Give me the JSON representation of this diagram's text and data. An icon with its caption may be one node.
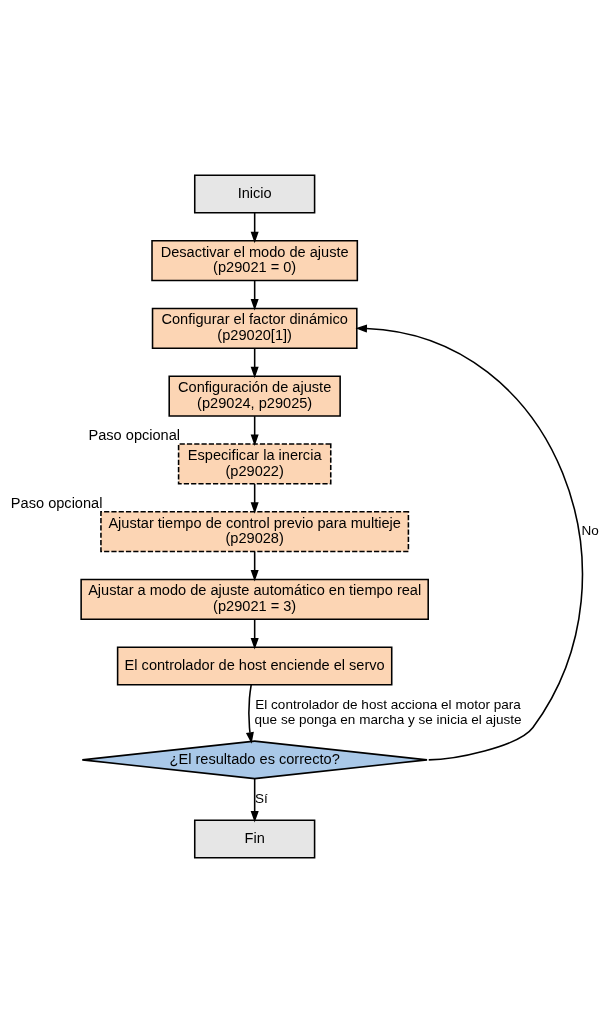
{
  "diagram": {
    "nodes": [
      {
        "text": [
          "Inicio"
        ]
      },
      {
        "text": [
          "Desactivar el modo de ajuste",
          "(p29021 = 0)"
        ]
      },
      {
        "text": [
          "Configurar el factor dinámico",
          "(p29020[1])"
        ]
      },
      {
        "text": [
          "Configuración de ajuste",
          "(p29024, p29025)"
        ]
      },
      {
        "text": [
          "Especificar la inercia",
          "(p29022)"
        ],
        "beside": [
          "Paso opcional"
        ]
      },
      {
        "text": [
          "Ajustar tiempo de control previo para multieje",
          "(p29028)"
        ],
        "beside": [
          "Paso opcional"
        ]
      },
      {
        "text": [
          "Ajustar a modo de ajuste automático en tiempo real",
          "(p29021 = 3)"
        ]
      },
      {
        "text": [
          "El controlador de host enciende el servo"
        ]
      },
      {
        "text": [
          "¿El resultado es correcto?"
        ]
      },
      {
        "text": [
          "Fin"
        ]
      }
    ],
    "edges": [
      {
        "from": 0,
        "to": 1,
        "arrow": "to"
      },
      {
        "from": 1,
        "to": 2,
        "arrow": "to"
      },
      {
        "from": 2,
        "to": 3,
        "arrow": "to"
      },
      {
        "from": 3,
        "to": 4,
        "arrow": "to"
      },
      {
        "from": 4,
        "to": 5,
        "arrow": "to"
      },
      {
        "from": 5,
        "to": 6,
        "arrow": "to"
      },
      {
        "from": 6,
        "to": 7,
        "arrow": "to"
      },
      {
        "from": 7,
        "to": 8,
        "arrow": "to",
        "label": "El controlador de host acciona el motor para que se ponga en marcha y se inicia el ajuste"
      },
      {
        "from": 8,
        "to": 9,
        "arrow": "to",
        "label": "Sí"
      },
      {
        "from": 8,
        "to": 2,
        "arrow": "to",
        "label": "No"
      }
    ]
  }
}
